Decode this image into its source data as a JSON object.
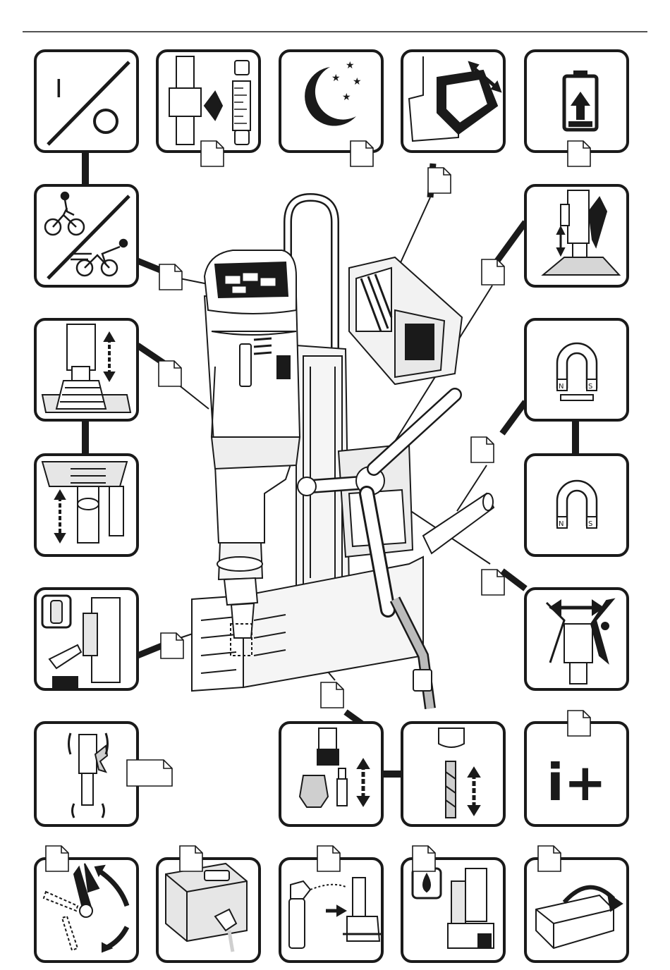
{
  "tiles": {
    "onoff": {
      "on_symbol": "I"
    },
    "magnet_on": {
      "north": "N",
      "south": "S"
    },
    "magnet_off": {
      "north": "N",
      "south": "S"
    },
    "info": {
      "symbol": "i+"
    }
  },
  "colors": {
    "ink": "#1a1a1a",
    "paper": "#ffffff",
    "fill_grey": "#cfcfcf",
    "light_grey": "#e6e6e6"
  },
  "icons": [
    "on-off-icon",
    "motor-speed-scale-icon",
    "night-mode-moon-icon",
    "battery-insert-icon",
    "battery-charge-icon",
    "gear-speed-bicycle-icon",
    "feed-handle-height-icon",
    "chip-guard-up-icon",
    "chip-guard-down-icon",
    "lubricant-bottle-icon",
    "handle-adjust-icon",
    "magnet-on-icon",
    "magnet-off-icon",
    "handle-side-switch-icon",
    "tool-holder-icon",
    "drill-bit-insert-icon",
    "info-plus-icon",
    "handle-rotate-icon",
    "coolant-canister-icon",
    "spray-clean-icon",
    "cutting-oil-icon",
    "storage-case-icon"
  ]
}
